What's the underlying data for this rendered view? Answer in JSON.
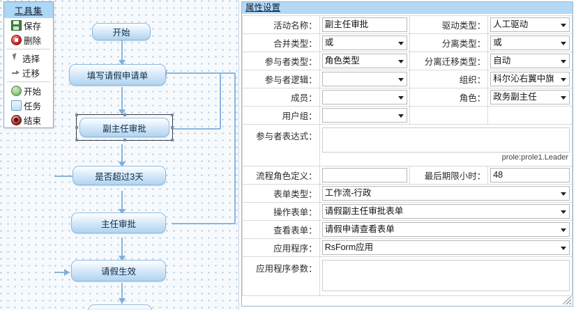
{
  "toolbox": {
    "title": "工具集",
    "items": [
      {
        "label": "保存",
        "icon": "save-icon",
        "name": "save"
      },
      {
        "label": "删除",
        "icon": "delete-icon",
        "name": "delete"
      },
      {
        "sep": true
      },
      {
        "label": "选择",
        "icon": "cursor-select-icon",
        "name": "select"
      },
      {
        "label": "迁移",
        "icon": "transition-arrow-icon",
        "name": "transition"
      },
      {
        "sep": true
      },
      {
        "label": "开始",
        "icon": "start-node-icon",
        "name": "start"
      },
      {
        "label": "任务",
        "icon": "task-node-icon",
        "name": "task"
      },
      {
        "label": "结束",
        "icon": "end-node-icon",
        "name": "end"
      }
    ]
  },
  "canvas": {
    "nodes": [
      {
        "id": "start",
        "label": "开始",
        "selected": false
      },
      {
        "id": "fill-form",
        "label": "填写请假申请单",
        "selected": false
      },
      {
        "id": "deputy-approve",
        "label": "副主任审批",
        "selected": true
      },
      {
        "id": "over-3-days",
        "label": "是否超过3天",
        "selected": false
      },
      {
        "id": "director-approve",
        "label": "主任审批",
        "selected": false
      },
      {
        "id": "leave-effective",
        "label": "请假生效",
        "selected": false
      },
      {
        "id": "bottom-node",
        "label": "",
        "selected": false
      }
    ]
  },
  "props": {
    "title": "属性设置",
    "fields": {
      "activity_name_label": "活动名称：",
      "activity_name_value": "副主任审批",
      "drive_type_label": "驱动类型：",
      "drive_type_value": "人工驱动",
      "merge_type_label": "合并类型：",
      "merge_type_value": "或",
      "split_type_label": "分离类型：",
      "split_type_value": "或",
      "participant_type_label": "参与者类型：",
      "participant_type_value": "角色类型",
      "split_transition_type_label": "分离迁移类型：",
      "split_transition_type_value": "自动",
      "participant_logic_label": "参与者逻辑：",
      "participant_logic_value": "",
      "org_label": "组织：",
      "org_value": "科尔沁右翼中旗",
      "member_label": "成员：",
      "member_value": "",
      "role_label": "角色：",
      "role_value": "政务副主任",
      "user_group_label": "用户组：",
      "user_group_value": "",
      "participant_expr_label": "参与者表达式：",
      "participant_expr_value": "",
      "participant_expr_hint": "prole:prole1.Leader",
      "process_role_def_label": "流程角色定义：",
      "process_role_def_value": "",
      "deadline_hours_label": "最后期限小时：",
      "deadline_hours_value": "48",
      "form_type_label": "表单类型：",
      "form_type_value": "工作流-行政",
      "operate_form_label": "操作表单：",
      "operate_form_value": "请假副主任审批表单",
      "view_form_label": "查看表单：",
      "view_form_value": "请假申请查看表单",
      "application_label": "应用程序：",
      "application_value": "RsForm应用",
      "app_params_label": "应用程序参数：",
      "app_params_value": ""
    }
  }
}
